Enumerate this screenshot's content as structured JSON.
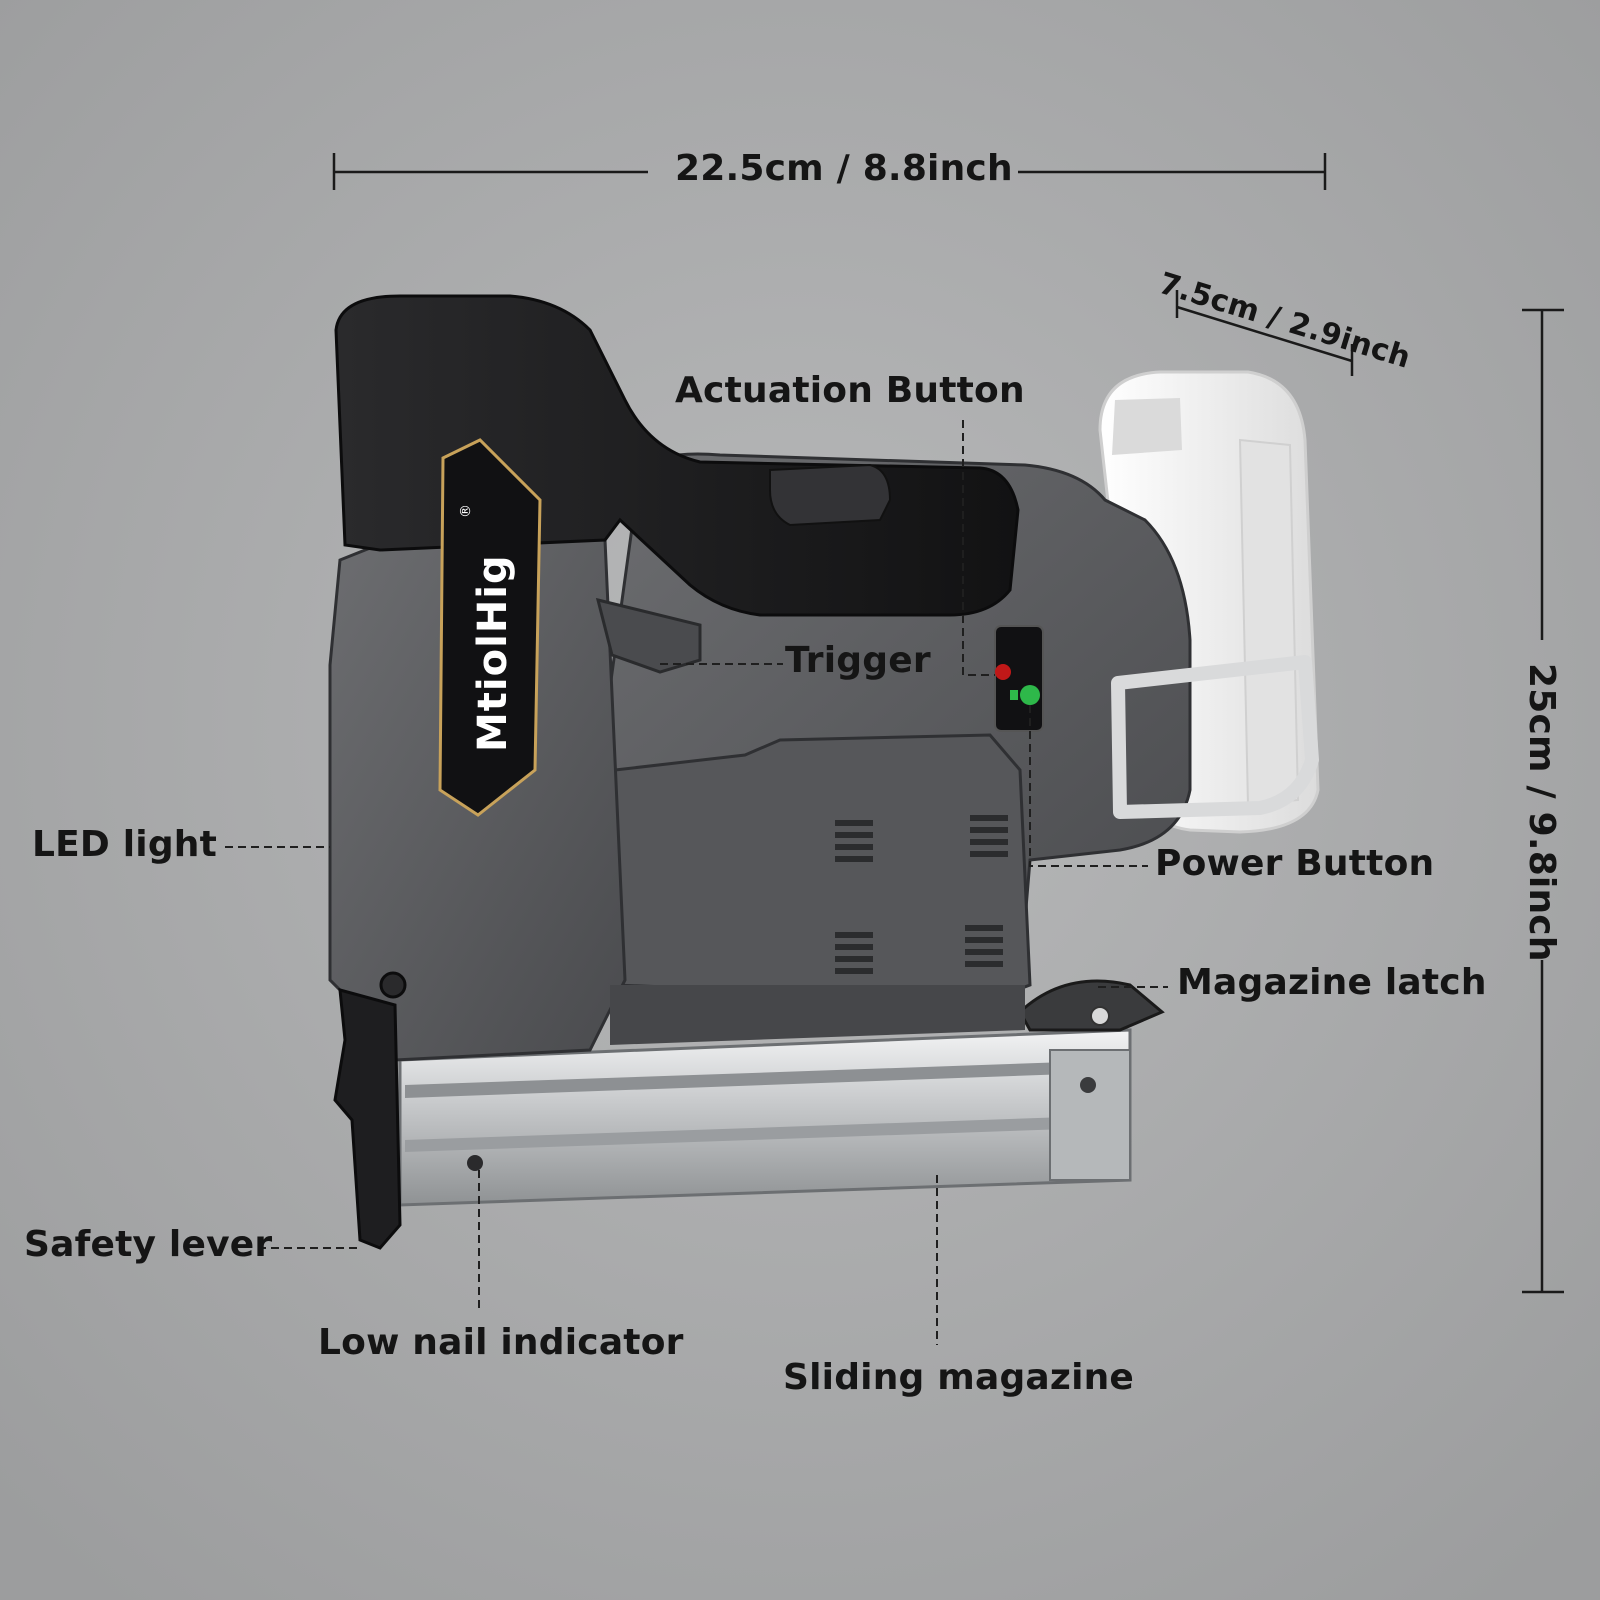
{
  "dimensions": {
    "width": "22.5cm / 8.8inch",
    "depth": "7.5cm / 2.9inch",
    "height": "25cm / 9.8inch"
  },
  "brand": {
    "name": "MtiolHig",
    "registered_mark": "®"
  },
  "callouts": {
    "actuation_button": "Actuation Button",
    "trigger": "Trigger",
    "power_button": "Power Button",
    "led_light": "LED light",
    "magazine_latch": "Magazine latch",
    "safety_lever": "Safety lever",
    "low_nail_indicator": "Low nail indicator",
    "sliding_magazine": "Sliding magazine"
  },
  "colors": {
    "background": "#a9aaab",
    "body_gray": "#5b5c5f",
    "body_black": "#1c1c1e",
    "accent_gold": "#c8a25a",
    "battery_white": "#ededed",
    "magazine_silver": "#c9cbcd"
  }
}
